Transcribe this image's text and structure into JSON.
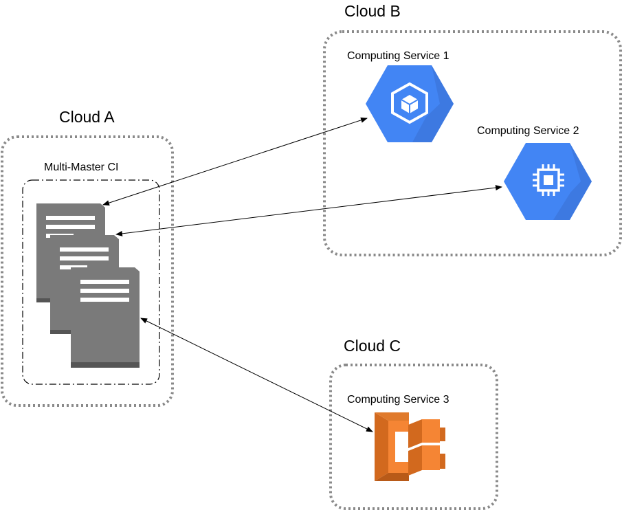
{
  "clouds": {
    "a": {
      "title": "Cloud A",
      "group_label": "Multi-Master CI"
    },
    "b": {
      "title": "Cloud B",
      "services": [
        {
          "label": "Computing Service 1",
          "icon": "gcp-container-icon"
        },
        {
          "label": "Computing Service 2",
          "icon": "gcp-compute-chip-icon"
        }
      ]
    },
    "c": {
      "title": "Cloud C",
      "services": [
        {
          "label": "Computing Service 3",
          "icon": "aws-ecs-icon"
        }
      ]
    }
  },
  "colors": {
    "boundary": "#8a8a8a",
    "server": "#7a7a7a",
    "gcp_blue": "#4285f4",
    "gcp_blue_shadow": "#3a6fd1",
    "aws_orange": "#f58534",
    "aws_orange_dark": "#d2691e"
  },
  "connections": [
    {
      "from": "Multi-Master CI",
      "to": "Computing Service 1",
      "bidirectional": true
    },
    {
      "from": "Multi-Master CI",
      "to": "Computing Service 2",
      "bidirectional": true
    },
    {
      "from": "Multi-Master CI",
      "to": "Computing Service 3",
      "bidirectional": true
    }
  ]
}
